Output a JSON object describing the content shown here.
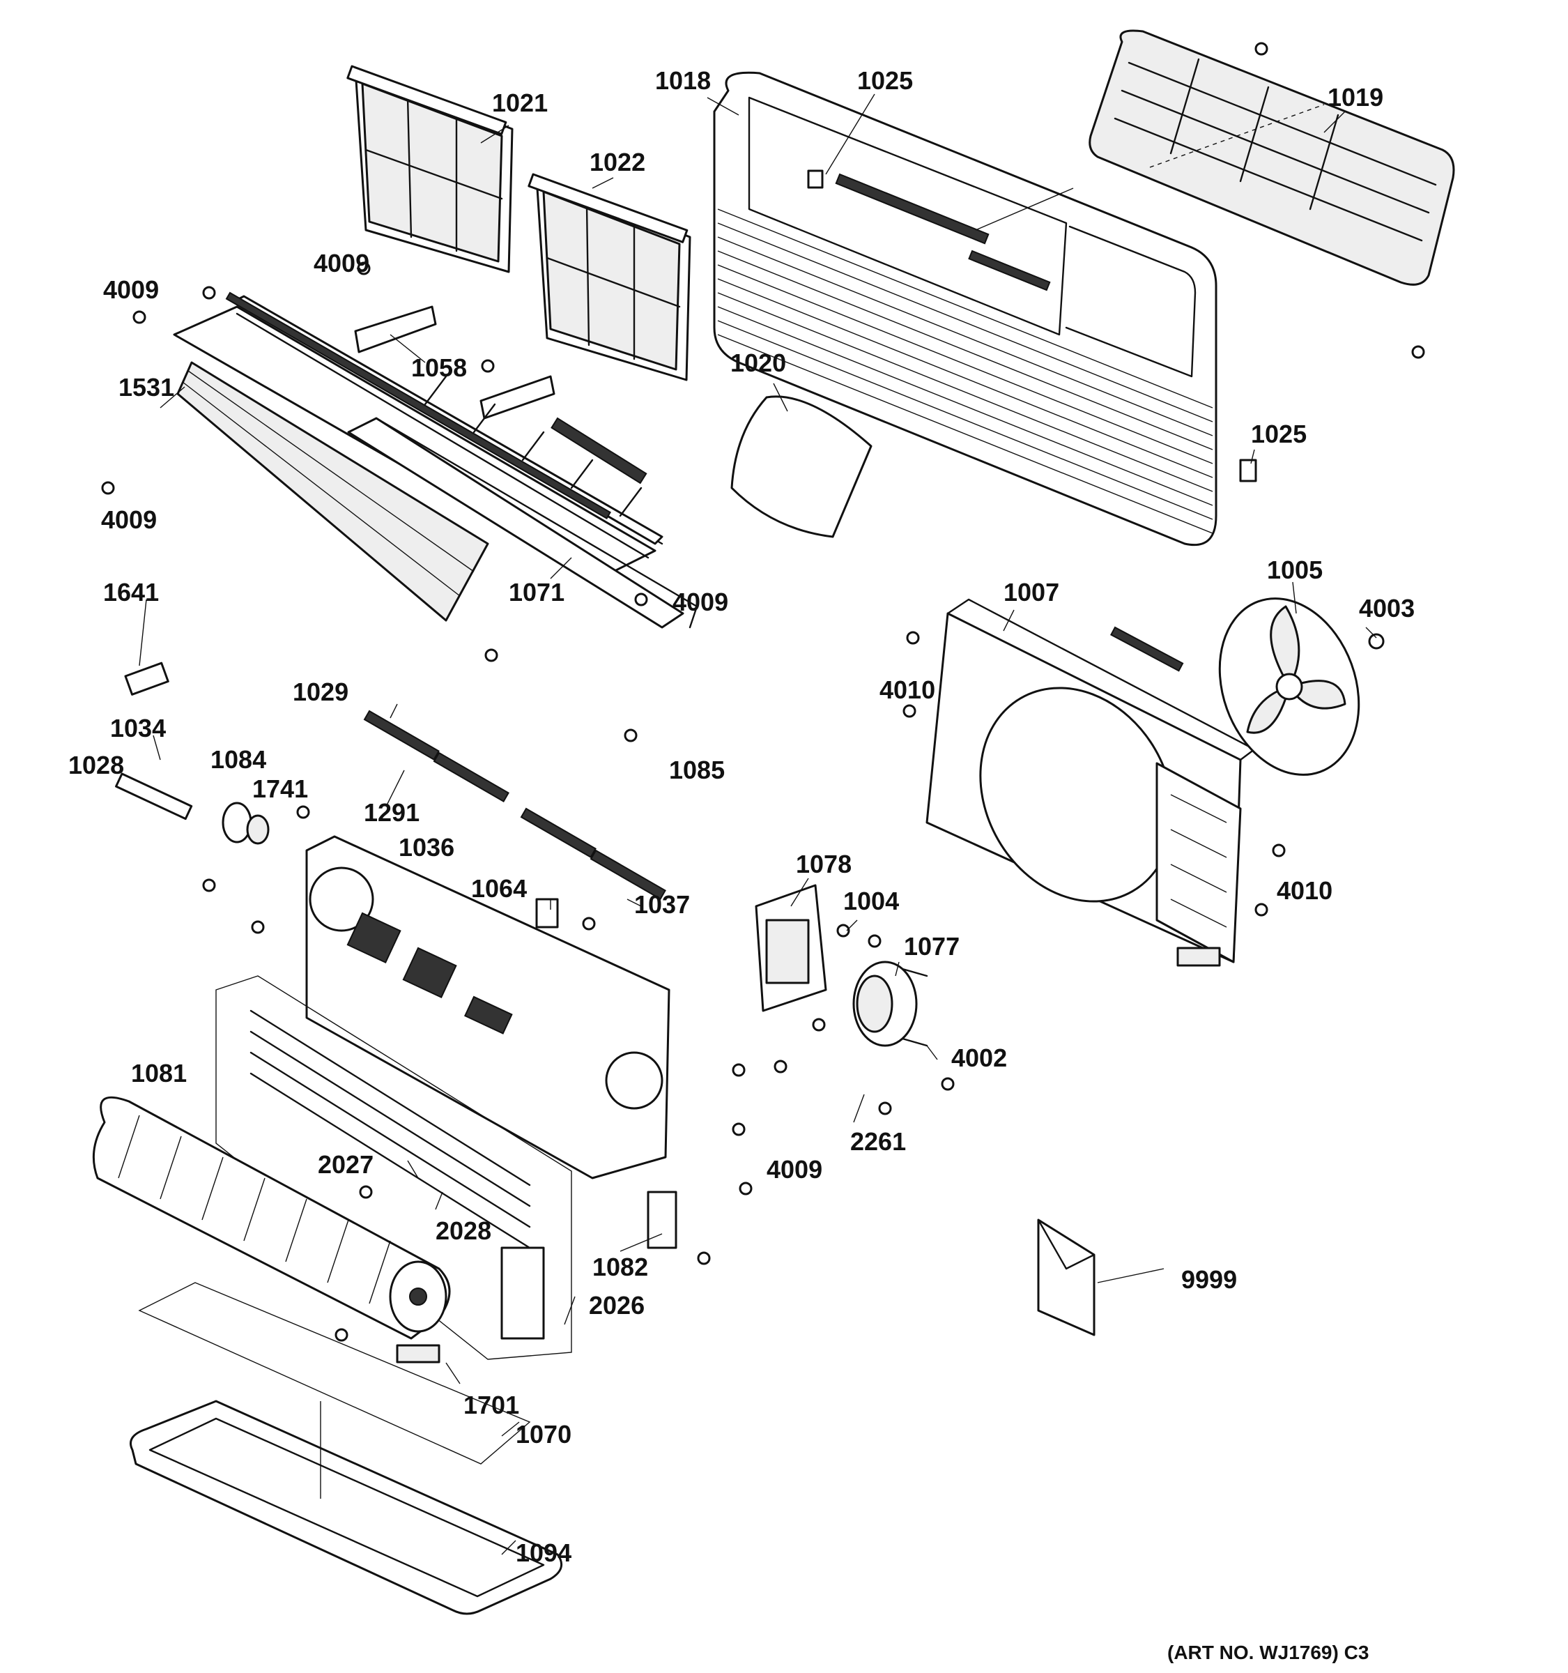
{
  "diagram": {
    "labels": {
      "p1021": "1021",
      "p1022": "1022",
      "p1018": "1018",
      "p1025a": "1025",
      "p1019": "1019",
      "p4009a": "4009",
      "p4009b": "4009",
      "p1058": "1058",
      "p1531": "1531",
      "p4009c": "4009",
      "p1020": "1020",
      "p1025b": "1025",
      "p1071": "1071",
      "p4009d": "4009",
      "p1641": "1641",
      "p1005": "1005",
      "p1007": "1007",
      "p4003": "4003",
      "p4010a": "4010",
      "p1029": "1029",
      "p1034": "1034",
      "p1028": "1028",
      "p1084": "1084",
      "p1741": "1741",
      "p1085": "1085",
      "p1291": "1291",
      "p1036": "1036",
      "p1078": "1078",
      "p1004": "1004",
      "p4010b": "4010",
      "p1064": "1064",
      "p1037": "1037",
      "p1077": "1077",
      "p4002": "4002",
      "p1081": "1081",
      "p2261": "2261",
      "p2027": "2027",
      "p4009e": "4009",
      "p2028": "2028",
      "p1082": "1082",
      "p9999": "9999",
      "p2026": "2026",
      "p1701": "1701",
      "p1070": "1070",
      "p1094": "1094"
    },
    "art_number": "(ART NO. WJ1769) C3"
  }
}
